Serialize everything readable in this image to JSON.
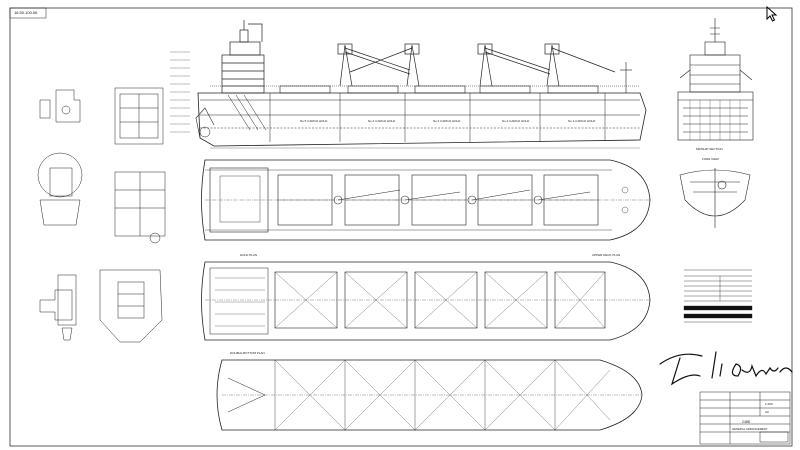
{
  "drawing": {
    "sheet_ref": "16.50.100.06",
    "hold_labels": [
      "No.5 CARGO HOLD",
      "No.4 CARGO HOLD",
      "No.3 CARGO HOLD",
      "No.2 CARGO HOLD",
      "No.1 CARGO HOLD"
    ],
    "view_titles": {
      "midship_section": "MIDSHIP SECTION",
      "upper_deck": "UPPER DECK PLAN",
      "hold_plan": "HOLD PLAN",
      "bottom_plan": "DOUBLE BOTTOM PLAN",
      "fore_view": "FORE VIEW"
    },
    "title_block": {
      "ship_no": "2488",
      "drawing_title": "GENERAL ARRANGEMENT",
      "scale": "1:200",
      "sheet": "A0"
    }
  },
  "cursor": {
    "icon": "mouse-pointer-icon"
  }
}
